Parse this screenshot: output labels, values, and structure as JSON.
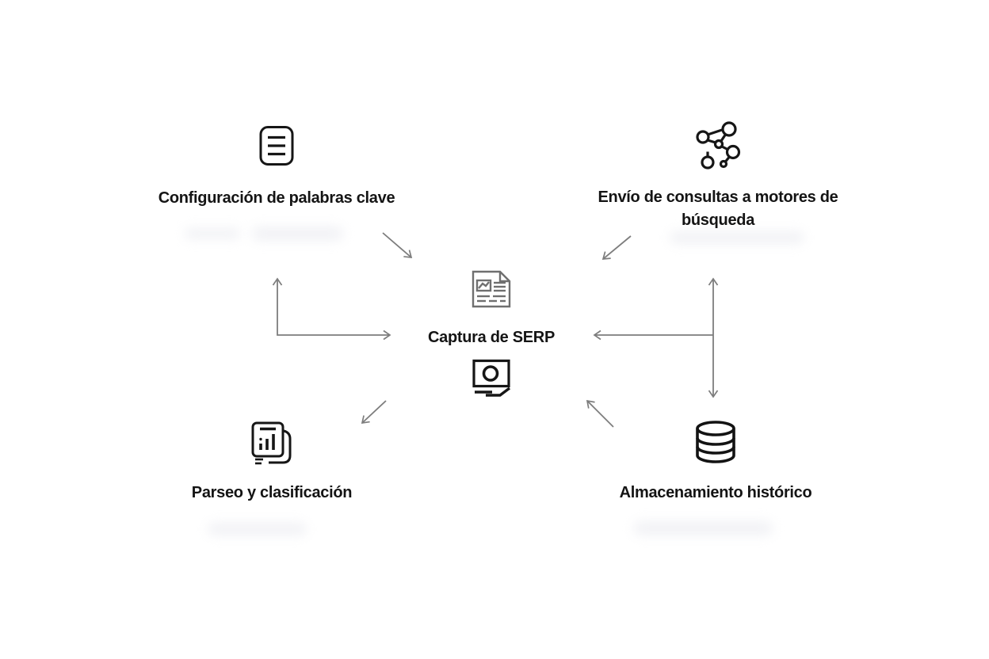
{
  "diagram": {
    "colors": {
      "background": "#ffffff",
      "text": "#141414",
      "icon": "#161616",
      "center_icon": "#6f6f6f",
      "arrow": "#7d7d7d"
    },
    "nodes": {
      "top_left": {
        "icon": "document-lines-icon",
        "label": "Configuración de palabras clave"
      },
      "top_right": {
        "icon": "network-icon",
        "label": "Envío de consultas a motores de búsqueda"
      },
      "center": {
        "icon_top": "newspaper-icon",
        "label": "Captura de SERP",
        "icon_bottom": "monitor-icon"
      },
      "bottom_left": {
        "icon": "chart-document-icon",
        "label": "Parseo y clasificación"
      },
      "bottom_right": {
        "icon": "database-icon",
        "label": "Almacenamiento histórico"
      }
    },
    "edges": [
      {
        "from": "top_left",
        "to": "center",
        "style": "diagonal-arrow"
      },
      {
        "from": "top_right",
        "to": "center",
        "style": "diagonal-arrow"
      },
      {
        "from": "bottom_left",
        "to": "top_left_and_center",
        "style": "elbow-double-arrow"
      },
      {
        "from": "top_right",
        "to": "bottom_right",
        "style": "vertical-double-arrow"
      },
      {
        "from": "bottom_right",
        "to": "center",
        "style": "horizontal-arrow"
      },
      {
        "from": "center",
        "to": "bottom_left",
        "style": "diagonal-arrow"
      },
      {
        "from": "bottom_right",
        "to": "center",
        "style": "diagonal-arrow"
      }
    ]
  }
}
